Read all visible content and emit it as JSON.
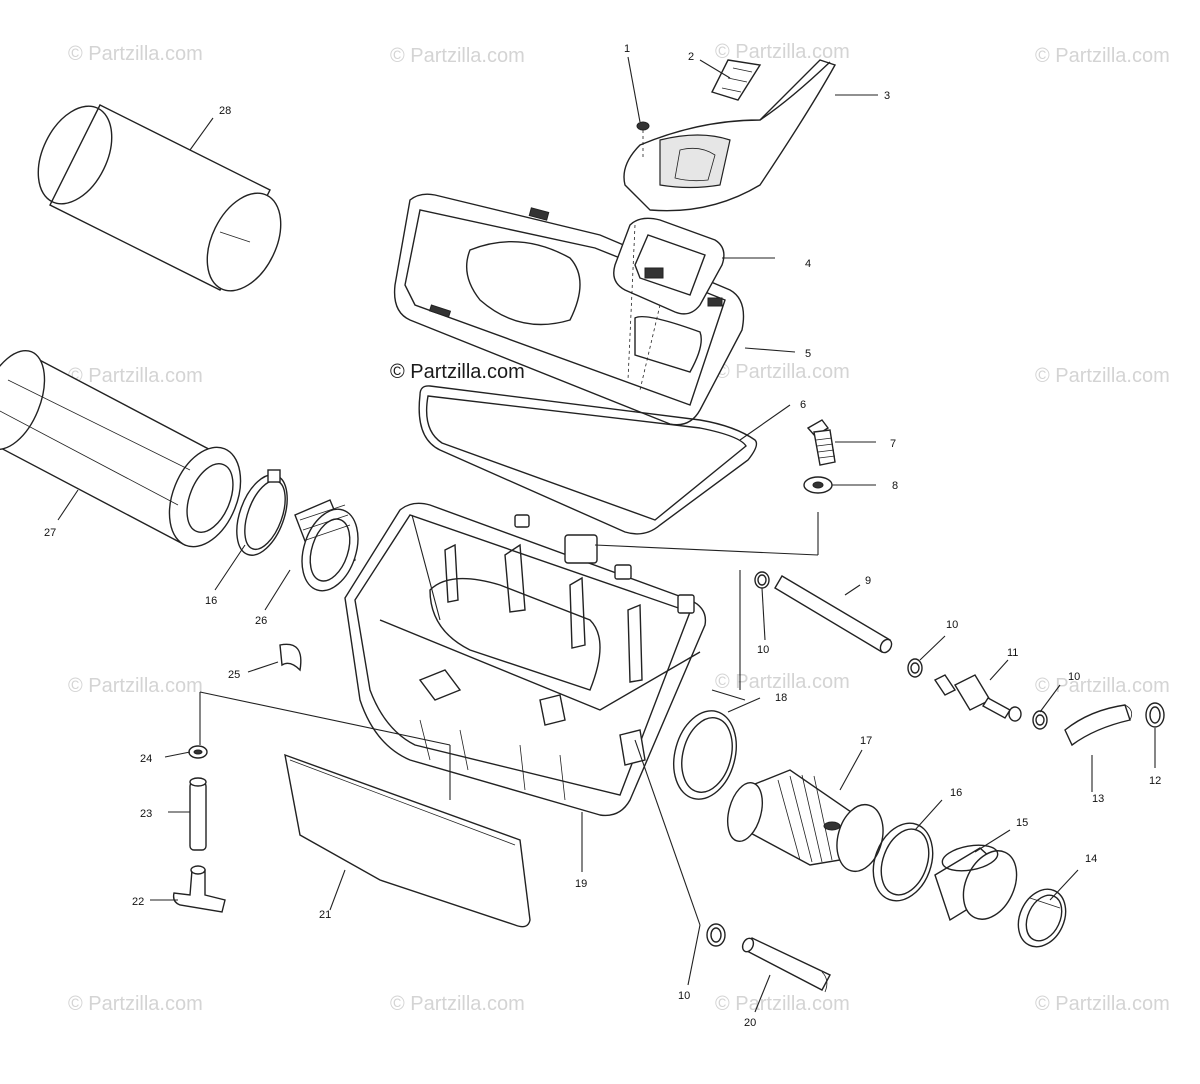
{
  "watermark": "© Partzilla.com",
  "center_watermark": "© Partzilla.com",
  "callouts": [
    "1",
    "2",
    "3",
    "4",
    "5",
    "6",
    "7",
    "8",
    "9",
    "10",
    "10",
    "11",
    "10",
    "12",
    "13",
    "14",
    "15",
    "16",
    "17",
    "18",
    "19",
    "20",
    "10",
    "21",
    "22",
    "23",
    "24",
    "25",
    "26",
    "16",
    "27",
    "28"
  ]
}
